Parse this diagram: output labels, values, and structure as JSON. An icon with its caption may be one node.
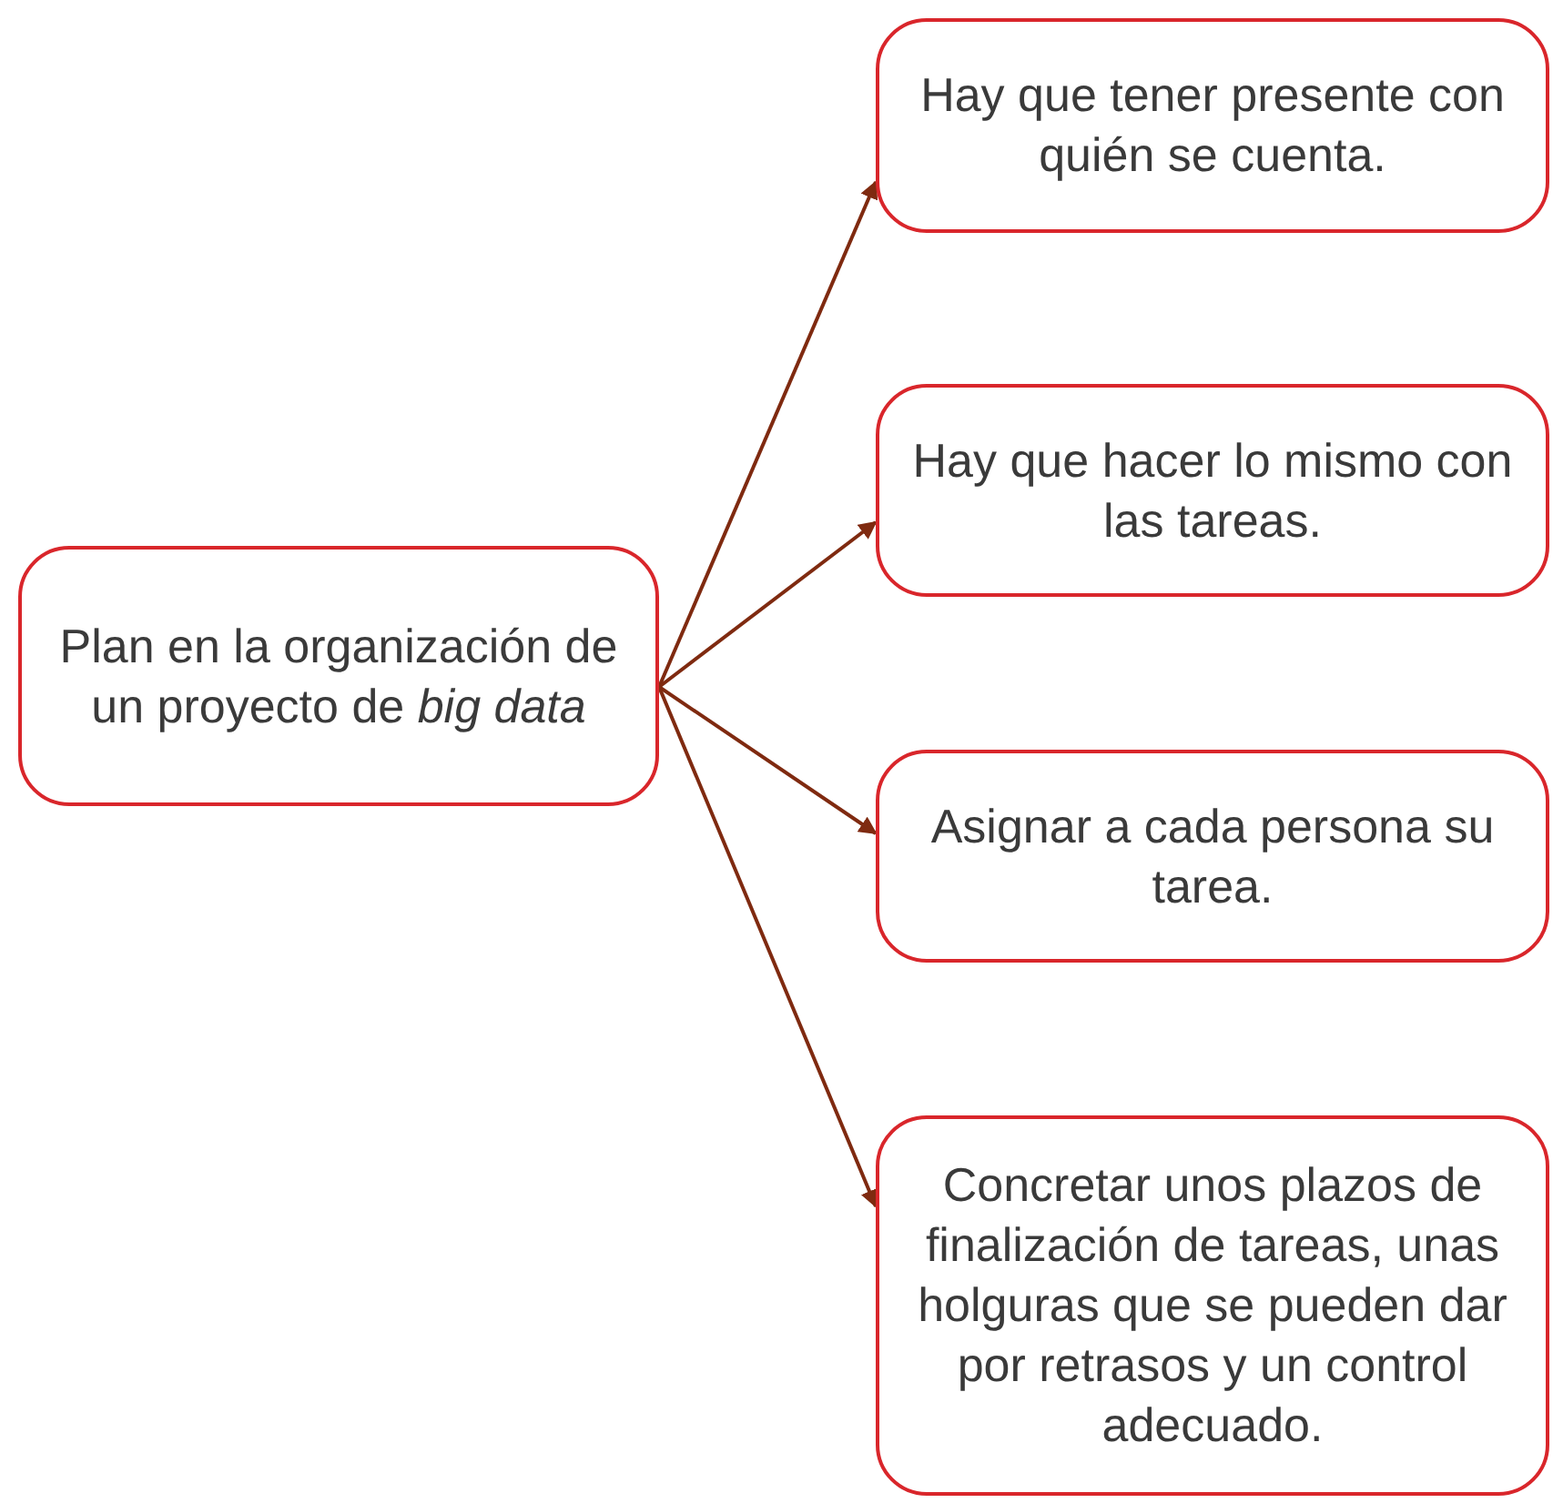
{
  "diagram": {
    "nodes": [
      {
        "text": [
          "Plan en la organización de un proyecto de *big data*"
        ]
      },
      {
        "text": [
          "Hay que tener presente con quién se cuenta."
        ]
      },
      {
        "text": [
          "Hay que hacer lo mismo con las tareas."
        ]
      },
      {
        "text": [
          "Asignar a cada persona su tarea."
        ]
      },
      {
        "text": [
          "Concretar unos plazos de finalización de tareas, unas holguras que se pueden dar por retrasos y un control adecuado."
        ]
      }
    ],
    "edges": [
      {
        "from": 0,
        "to": 1,
        "arrow": "to"
      },
      {
        "from": 0,
        "to": 2,
        "arrow": "to"
      },
      {
        "from": 0,
        "to": 3,
        "arrow": "to"
      },
      {
        "from": 0,
        "to": 4,
        "arrow": "to"
      }
    ]
  }
}
